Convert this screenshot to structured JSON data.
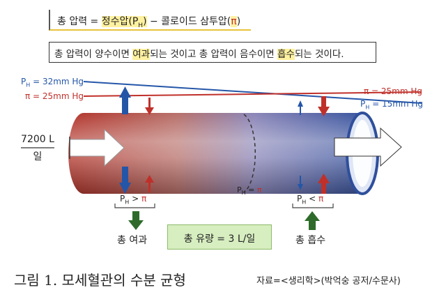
{
  "formula": {
    "prefix": "총 압력 = ",
    "hydrostatic": "정수압(",
    "ph": "P",
    "ph_sub": "H",
    "close": ")",
    "minus": " − 콜로이드 삼투압(",
    "pi": "π",
    "end": ")"
  },
  "rule": {
    "part1": "총 압력이 양수이면 ",
    "filtration": "여과",
    "part2": "되는 것이고 총 압력이 음수이면 ",
    "absorption": "흡수",
    "part3": "되는 것이다."
  },
  "diagram": {
    "left_ph": "P",
    "left_ph_sub": "H",
    "left_ph_value": " = 32mm Hg",
    "left_pi_value": "π = 25mm Hg",
    "right_pi_value": "π = 25mm Hg",
    "right_ph": "P",
    "right_ph_sub": "H",
    "right_ph_value": " = 15mm Hg",
    "inflow_value": "7200 L",
    "inflow_unit": "일",
    "mid_ph": "P",
    "mid_ph_sub": "H",
    "mid_eq": " = ",
    "mid_pi": "π",
    "cmp_left_ph": "P",
    "cmp_left_sub": "H",
    "cmp_left_op": " > ",
    "cmp_left_pi": "π",
    "cmp_right_ph": "P",
    "cmp_right_sub": "H",
    "cmp_right_op": " < ",
    "cmp_right_pi": "π",
    "filtration_label": "총 여과",
    "absorption_label": "총 흡수",
    "flow_label": "총 유량 = 3 L/일"
  },
  "caption": "그림 1. 모세혈관의 수분 균형",
  "source": "자료=<생리학>(박억숭 공저/수문사)",
  "colors": {
    "red": "#c0302a",
    "blue": "#2456a8",
    "green": "#2e6b2a",
    "highlight": "#fff1a0"
  }
}
